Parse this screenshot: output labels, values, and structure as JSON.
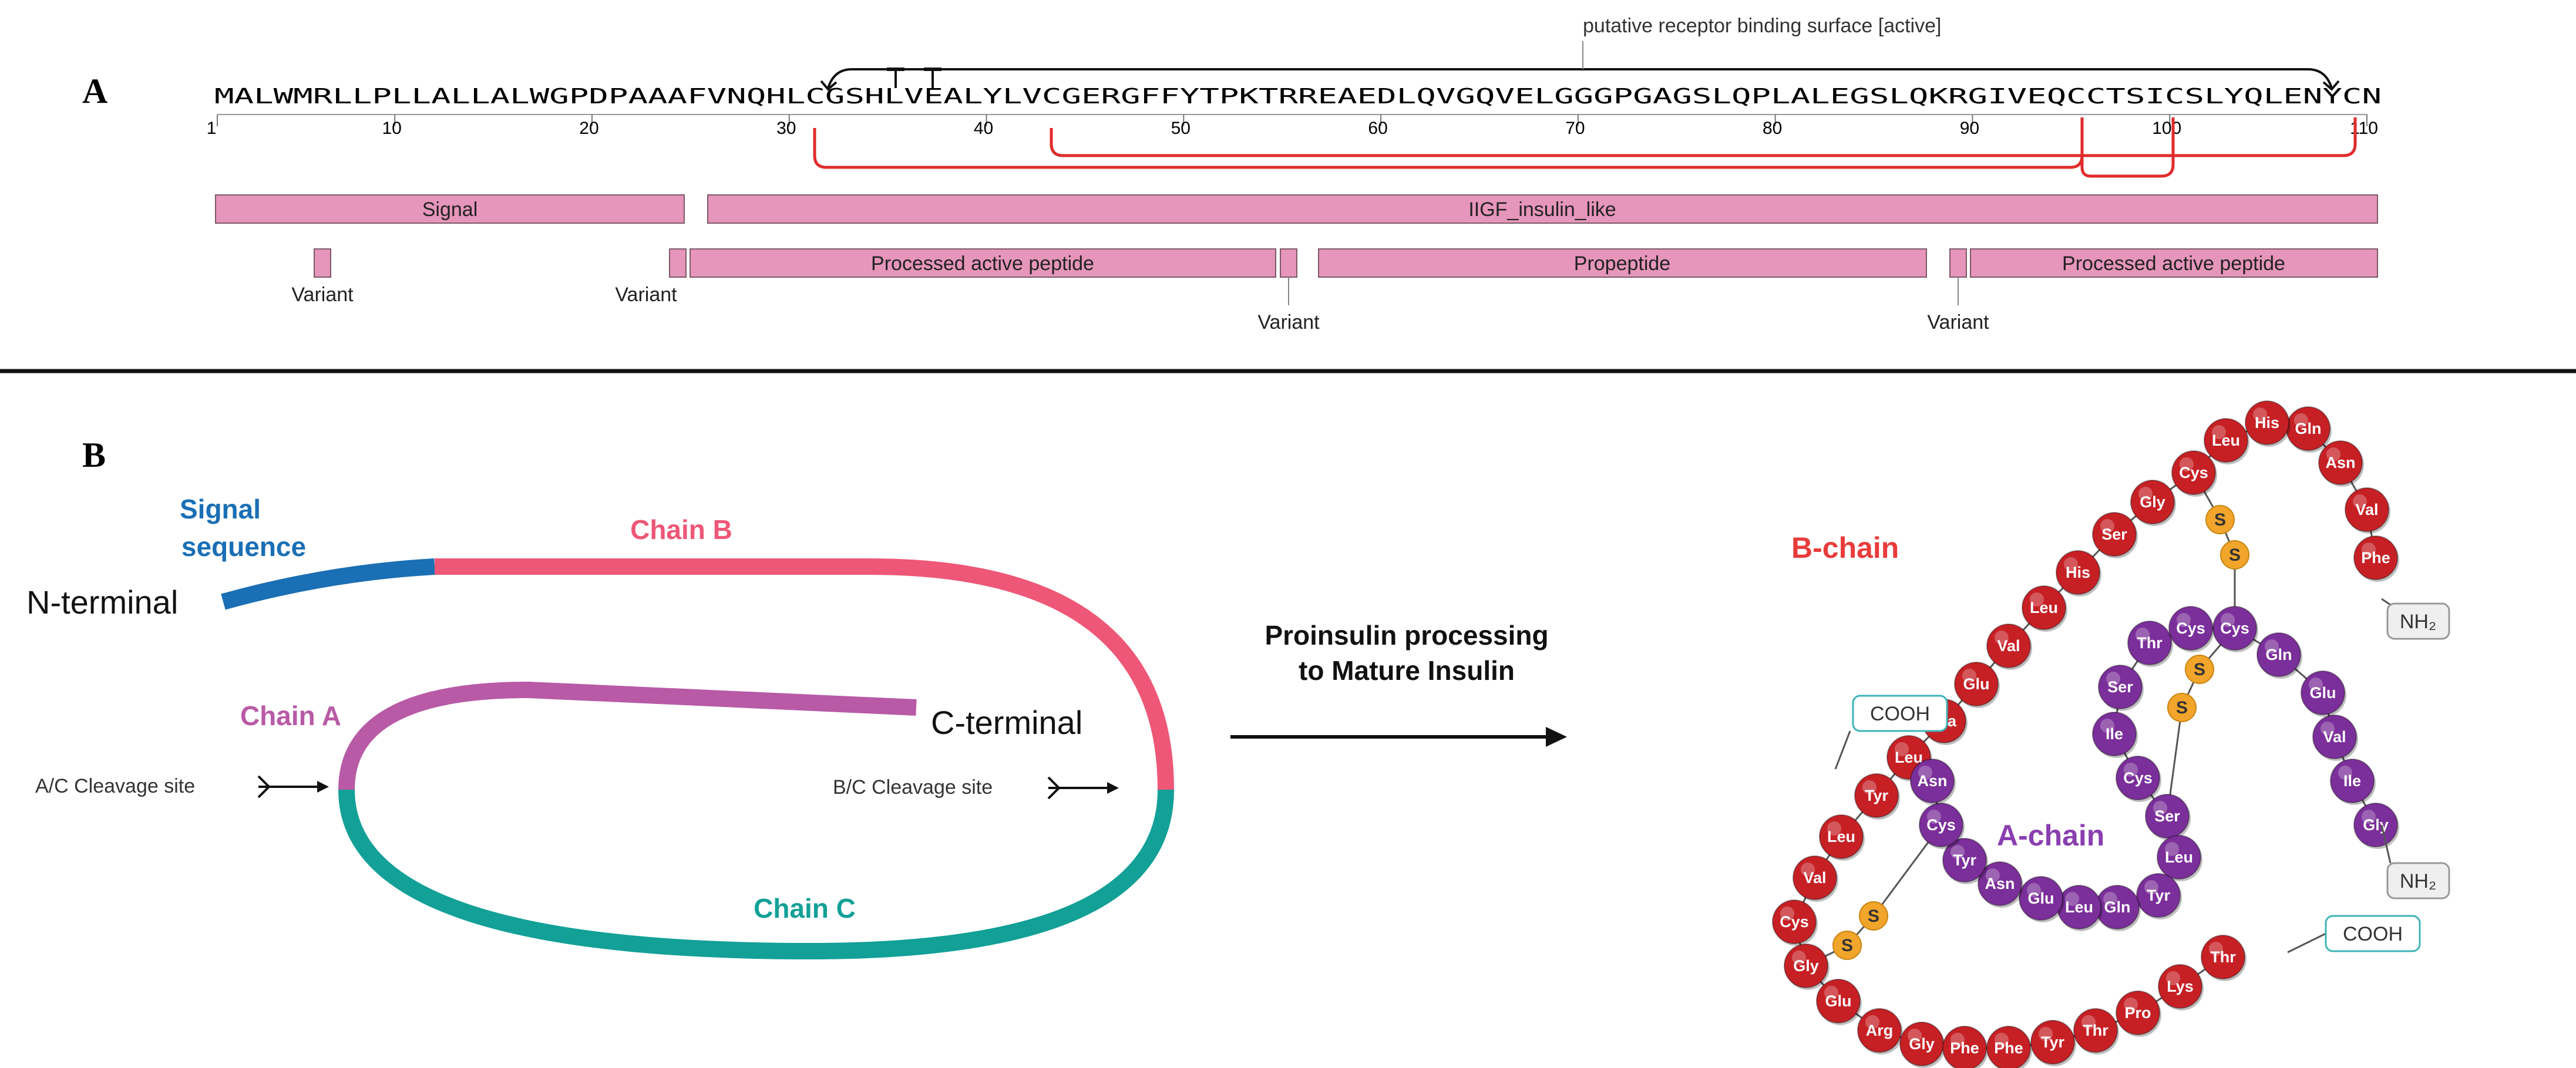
{
  "panel_a": {
    "label": "A",
    "sequence": "MALWMRLLPLLALLALWGPDPAAAFVNQHLCGSHLVEALYLVCGERGFFYTPKTRREAEDLQVGQVELGGGPGAGSLQPLALEGSLQKRGIVEQCCTSICSLYQLENYCN",
    "ruler_ticks": [
      "1",
      "10",
      "20",
      "30",
      "40",
      "50",
      "60",
      "70",
      "80",
      "90",
      "100",
      "110"
    ],
    "binding_surface_label": "putative receptor binding surface [active]",
    "features": {
      "signal": "Signal",
      "domain": "IIGF_insulin_like",
      "peptide_1": "Processed active peptide",
      "propeptide": "Propeptide",
      "peptide_2": "Processed active peptide"
    },
    "variant_label": "Variant"
  },
  "panel_b": {
    "label": "B",
    "left": {
      "signal_sequence": [
        "Signal",
        "sequence"
      ],
      "chain_b": "Chain B",
      "chain_a": "Chain A",
      "chain_c": "Chain C",
      "n_terminal": "N-terminal",
      "c_terminal": "C-terminal",
      "ac_cleavage": "A/C Cleavage site",
      "bc_cleavage": "B/C Cleavage site"
    },
    "arrow_label": [
      "Proinsulin processing",
      "to Mature Insulin"
    ],
    "right": {
      "b_chain_label": "B-chain",
      "a_chain_label": "A-chain",
      "cooh_a": "COOH",
      "cooh_b": "COOH",
      "nh2_a": "NH₂",
      "nh2_b": "NH₂",
      "b_chain_residues": [
        "Phe",
        "Val",
        "Asn",
        "Gln",
        "His",
        "Leu",
        "Cys",
        "Gly",
        "Ser",
        "His",
        "Leu",
        "Val",
        "Glu",
        "Ala",
        "Leu",
        "Tyr",
        "Leu",
        "Val",
        "Cys",
        "Gly",
        "Glu",
        "Arg",
        "Gly",
        "Phe",
        "Phe",
        "Tyr",
        "Thr",
        "Pro",
        "Lys",
        "Thr"
      ],
      "a_chain_residues": [
        "Gly",
        "Ile",
        "Val",
        "Glu",
        "Gln",
        "Cys",
        "Cys",
        "Thr",
        "Ser",
        "Ile",
        "Cys",
        "Ser",
        "Leu",
        "Tyr",
        "Gln",
        "Leu",
        "Glu",
        "Asn",
        "Tyr",
        "Cys",
        "Asn"
      ],
      "disulfide_atoms": [
        "S",
        "S",
        "S",
        "S",
        "S",
        "S"
      ]
    },
    "colors": {
      "signal": "#1a6fb5",
      "chain_b": "#ee5777",
      "chain_a": "#b85aa6",
      "chain_c": "#12a097",
      "b_chain_bead": "#c62025",
      "a_chain_bead": "#7b2f9a",
      "sulfur": "#f2a52b",
      "feature_fill": "#e695bb",
      "disulfide_line": "#e12b2b"
    }
  }
}
